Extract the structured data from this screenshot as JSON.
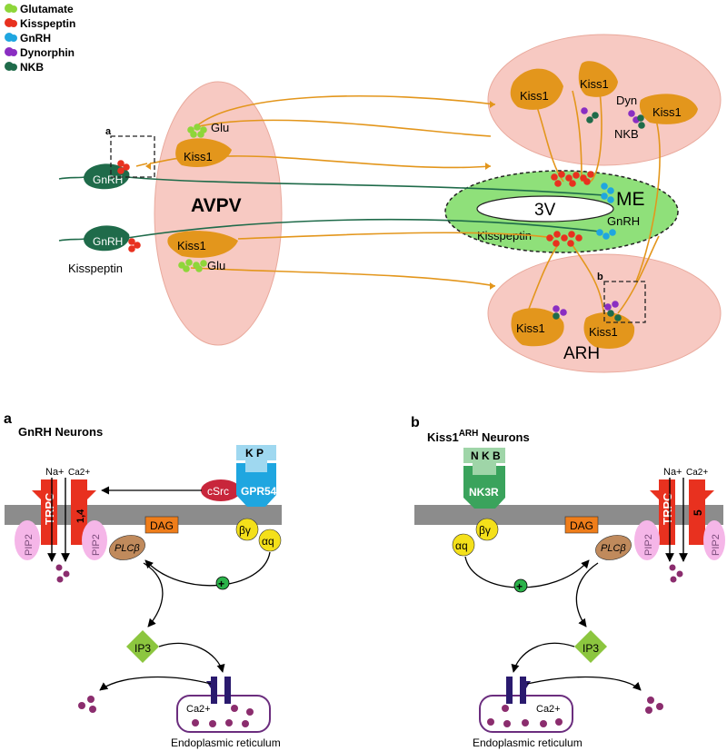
{
  "legend": {
    "items": [
      {
        "label": "Glutamate",
        "color": "#8ed63a"
      },
      {
        "label": "Kisspeptin",
        "color": "#e8311f"
      },
      {
        "label": "GnRH",
        "color": "#1fa6e0"
      },
      {
        "label": "Dynorphin",
        "color": "#8a2ec2"
      },
      {
        "label": "NKB",
        "color": "#1f6b4a"
      }
    ]
  },
  "top": {
    "avpv": "AVPV",
    "arh": "ARH",
    "me": "ME",
    "third_ventricle": "3V",
    "kiss1": "Kiss1",
    "gnrh": "GnRH",
    "glu": "Glu",
    "kisspeptin": "Kisspeptin",
    "dyn": "Dyn",
    "nkb": "NKB",
    "inset_a": "a",
    "inset_b": "b"
  },
  "panel_a": {
    "letter": "a",
    "title": "GnRH Neurons",
    "ligand": "K P",
    "receptor": "GPR54",
    "csrc": "cSrc",
    "dag": "DAG",
    "plc": "PLCβ",
    "pip2": "PIP2",
    "trpc": "TRPC",
    "trpc_sub": "1,4",
    "na": "Na+",
    "ca": "Ca2+",
    "beta_gamma": "βγ",
    "alpha_q": "αq",
    "plus": "+",
    "ip3": "IP3",
    "er_ca": "Ca2+",
    "er": "Endoplasmic reticulum"
  },
  "panel_b": {
    "letter": "b",
    "title_main": "Kiss1",
    "title_sup": "ARH",
    "title_rest": " Neurons",
    "ligand": "N K B",
    "receptor": "NK3R",
    "dag": "DAG",
    "plc": "PLCβ",
    "pip2": "PIP2",
    "trpc": "TRPC",
    "trpc_sub": "5",
    "na": "Na+",
    "ca": "Ca2+",
    "beta_gamma": "βγ",
    "alpha_q": "αq",
    "plus": "+",
    "ip3": "IP3",
    "er_ca": "Ca2+",
    "er": "Endoplasmic reticulum"
  },
  "colors": {
    "nucleus_fill": "#f7c9c2",
    "kiss1_fill": "#e3961c",
    "axon": "#e3961c",
    "gnrh_fill": "#1f6b4a",
    "me_fill": "#8fe07a",
    "membrane": "#8c8c8c",
    "trpc": "#e8311f",
    "receptor": "#1fa6e0",
    "nk3r": "#3aa35c",
    "dag": "#ef7d1a",
    "plc": "#c08a5c",
    "pip2": "#f5b6e8",
    "gprotein": "#f4e01a",
    "ip3": "#8cc63f",
    "ca_dot": "#8b2d6e",
    "er_border": "#6b2d7e",
    "er_channel": "#2a1a6e"
  }
}
